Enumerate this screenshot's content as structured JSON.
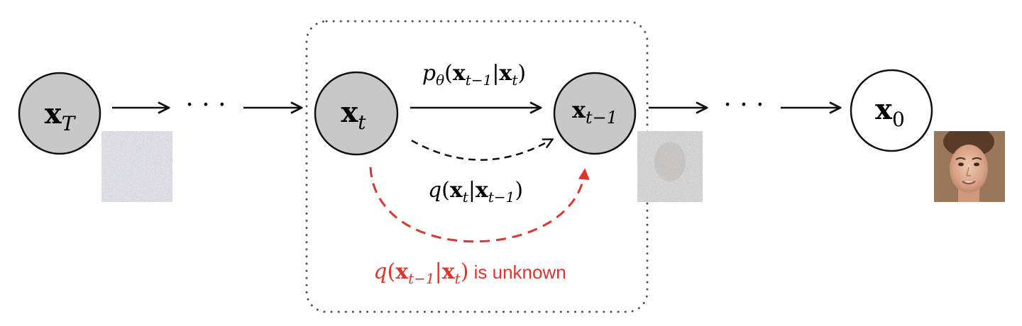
{
  "nodes": {
    "xT": {
      "base": "x",
      "sub": "T",
      "fill": "#c8c8c8"
    },
    "xt": {
      "base": "x",
      "sub": "t",
      "fill": "#c8c8c8"
    },
    "xtm1": {
      "base": "x",
      "sub": "t−1",
      "fill": "#c8c8c8"
    },
    "x0": {
      "base": "x",
      "sub": "0",
      "fill": "#ffffff"
    }
  },
  "dots": "· · ·",
  "labels": {
    "p_theta": {
      "p": "p",
      "theta": "θ",
      "open": "(",
      "x1": "x",
      "x1_sub": "t−1",
      "bar": "|",
      "x2": "x",
      "x2_sub": "t",
      "close": ")"
    },
    "q_forward": {
      "q": "q",
      "open": "(",
      "x1": "x",
      "x1_sub": "t",
      "bar": "|",
      "x2": "x",
      "x2_sub": "t−1",
      "close": ")"
    },
    "q_reverse_unknown": {
      "q": "q",
      "open": "(",
      "x1": "x",
      "x1_sub": "t−1",
      "bar": "|",
      "x2": "x",
      "x2_sub": "t",
      "close": ")",
      "suffix": " is unknown"
    }
  },
  "colors": {
    "stroke": "#111111",
    "accent_red": "#e0332b",
    "dotted_box": "#555555"
  }
}
